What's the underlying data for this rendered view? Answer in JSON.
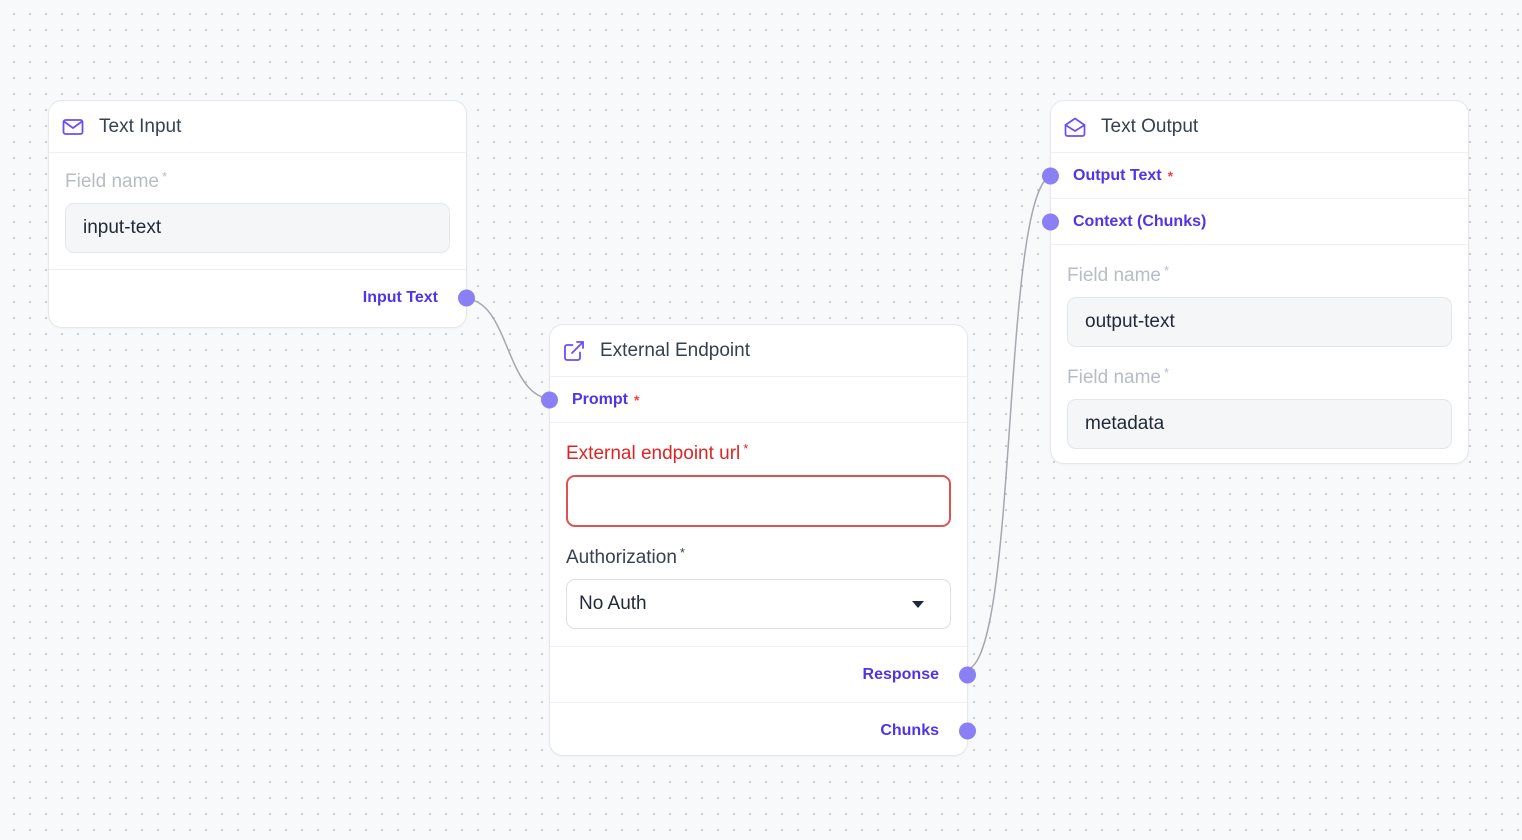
{
  "colors": {
    "accent": "#4f35e6",
    "handle": "#8b7ff5",
    "required": "#ef4444",
    "error": "#dc2626",
    "edge": "#a3a8b1"
  },
  "nodes": {
    "text_input": {
      "title": "Text Input",
      "icon": "mail-icon",
      "field_label": "Field name",
      "field_value": "input-text",
      "output_port": "Input Text"
    },
    "external_endpoint": {
      "title": "External Endpoint",
      "icon": "external-link-icon",
      "input_port": "Prompt",
      "url_label": "External endpoint url",
      "url_value": "",
      "auth_label": "Authorization",
      "auth_value": "No Auth",
      "output_ports": [
        "Response",
        "Chunks"
      ]
    },
    "text_output": {
      "title": "Text Output",
      "icon": "mail-open-icon",
      "input_ports": [
        "Output Text",
        "Context (Chunks)"
      ],
      "fields": [
        {
          "label": "Field name",
          "value": "output-text"
        },
        {
          "label": "Field name",
          "value": "metadata"
        }
      ]
    }
  },
  "required_mark": "*"
}
